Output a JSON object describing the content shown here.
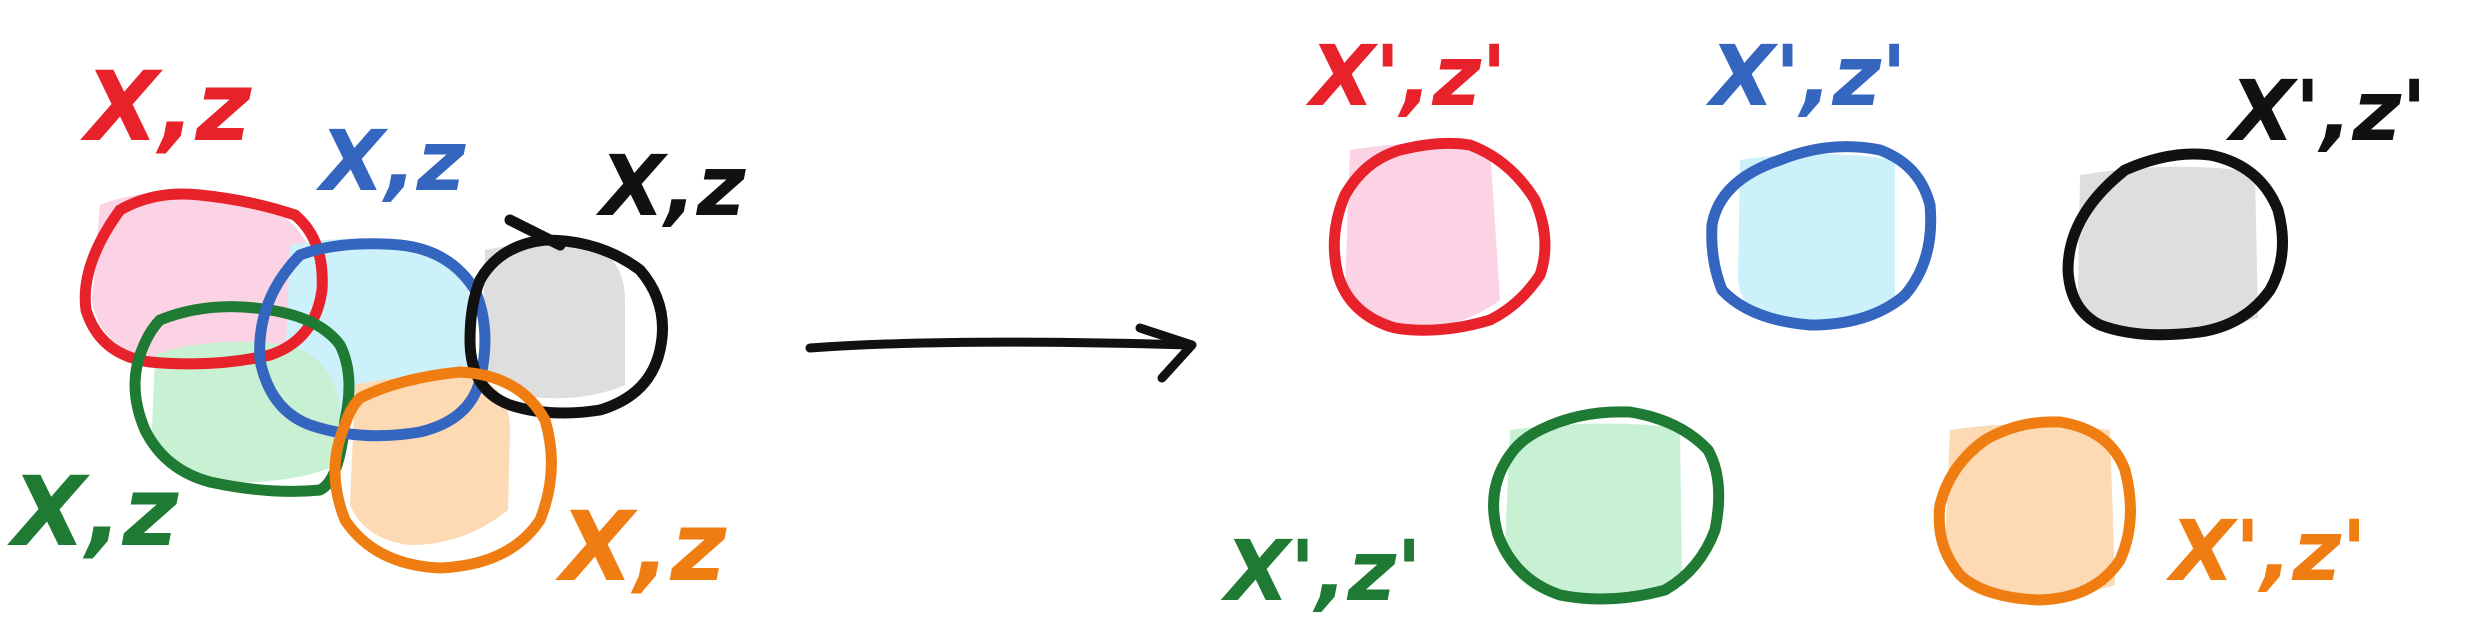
{
  "colors": {
    "red": "#e8222a",
    "red_fill": "#fbd3e4",
    "blue": "#3466c0",
    "blue_fill": "#cdf1fb",
    "black": "#111111",
    "gray_fill": "#dedede",
    "green": "#1f7a34",
    "green_fill": "#c8f0d2",
    "orange": "#f07d12",
    "orange_fill": "#fdd9b4"
  },
  "left_group": {
    "red_label": "X,z",
    "blue_label": "X,z",
    "black_label": "X,z",
    "green_label": "X,z",
    "orange_label": "X,z"
  },
  "right_group": {
    "red_label": "X',z'",
    "blue_label": "X',z'",
    "black_label": "X',z'",
    "green_label": "X',z'",
    "orange_label": "X',z'"
  }
}
